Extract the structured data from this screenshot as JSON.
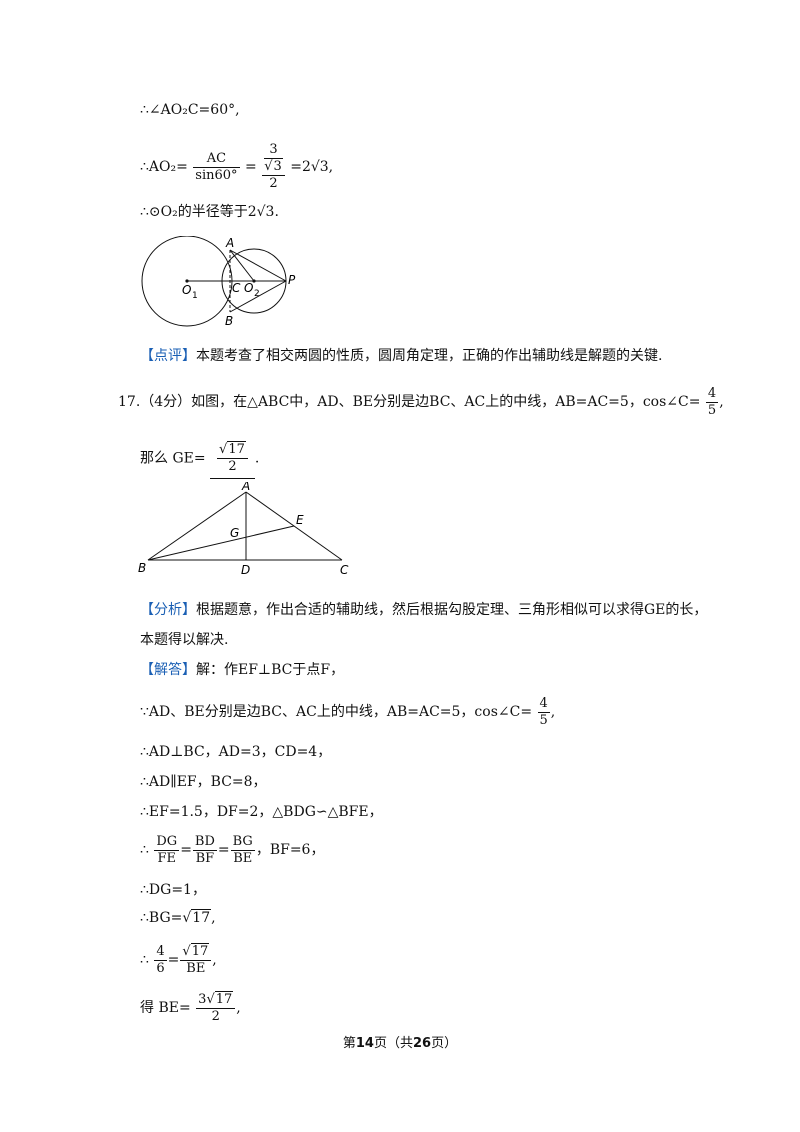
{
  "line_angle": "∴∠AO₂C=60°,",
  "ao2": {
    "prefix": "∴AO₂=",
    "f1_num": "AC",
    "f1_den": "sin60°",
    "eq": "=",
    "nf_num": "3",
    "nf_den": "2",
    "rad_val": "3",
    "result": "=2√3,"
  },
  "radius_line": "∴⊙O₂的半径等于2√3.",
  "fig1": {
    "A": "A",
    "O1": "O",
    "O1sub": "1",
    "C": "C",
    "O2": "O",
    "O2sub": "2",
    "P": "P",
    "B": "B"
  },
  "comment1": {
    "tag": "【点评】",
    "text": "本题考查了相交两圆的性质，圆周角定理，正确的作出辅助线是解题的关键."
  },
  "q17": {
    "text": "17.（4分）如图，在△ABC中，AD、BE分别是边BC、AC上的中线，AB=AC=5，cos∠C=",
    "frac_num": "4",
    "frac_den": "5",
    "tail": ","
  },
  "answer_line": {
    "prefix": "那么 GE=",
    "num_rad": "17",
    "den": "2",
    "suffix": "."
  },
  "fig2": {
    "A": "A",
    "E": "E",
    "G": "G",
    "B": "B",
    "D": "D",
    "C": "C"
  },
  "analysis": {
    "tag": "【分析】",
    "line1": "根据题意，作出合适的辅助线，然后根据勾股定理、三角形相似可以求得GE的长，",
    "line2": "本题得以解决."
  },
  "solution": {
    "tag": "【解答】",
    "s0": "解：作EF⊥BC于点F，",
    "s1": "∵AD、BE分别是边BC、AC上的中线，AB=AC=5，cos∠C=",
    "s1_num": "4",
    "s1_den": "5",
    "s1_tail": ",",
    "s2": "∴AD⊥BC，AD=3，CD=4，",
    "s3": "∴AD∥EF，BC=8，",
    "s4": "∴EF=1.5，DF=2，△BDG∽△BFE，",
    "s5": {
      "prefix": "∴",
      "f1n": "DG",
      "f1d": "FE",
      "f2n": "BD",
      "f2d": "BF",
      "f3n": "BG",
      "f3d": "BE",
      "tail": "，BF=6，"
    },
    "s6": "∴DG=1，",
    "s7": {
      "prefix": "∴BG=",
      "rad": "17",
      "tail": ","
    },
    "s8": {
      "prefix": "∴",
      "f1n": "4",
      "f1d": "6",
      "f2rad": "17",
      "f2d": "BE",
      "tail": ","
    },
    "s9": {
      "prefix": "得 BE=",
      "coef": "3",
      "rad": "17",
      "den": "2",
      "tail": ","
    }
  },
  "footer": {
    "pre": "第",
    "page": "14",
    "mid": "页（共",
    "total": "26",
    "post": "页）"
  }
}
